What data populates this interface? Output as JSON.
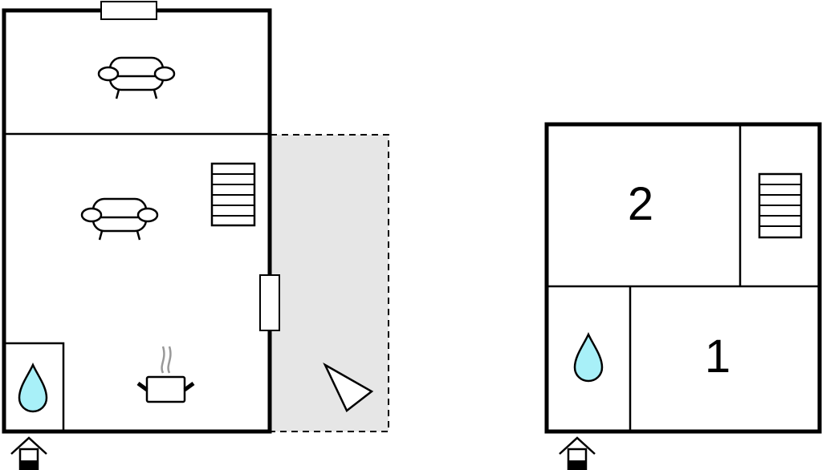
{
  "plans": [
    {
      "name": "ground-floor",
      "rooms": []
    },
    {
      "name": "upper-floor",
      "rooms": [
        {
          "label": "2"
        },
        {
          "label": "1"
        }
      ]
    }
  ],
  "colors": {
    "wall": "#000000",
    "terrace": "#e6e6e6",
    "water": "#a8f0f8",
    "steam": "#999999"
  }
}
